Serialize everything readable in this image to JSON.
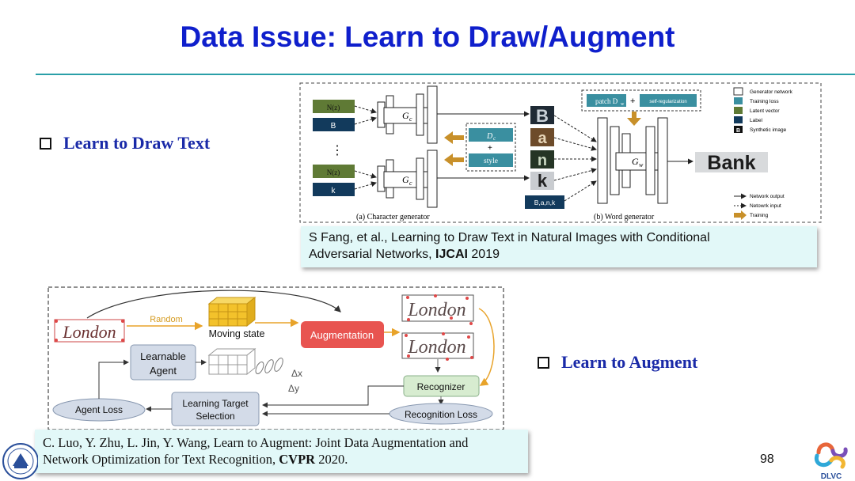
{
  "title": "Data Issue: Learn to Draw/Augment",
  "bullets": {
    "draw": "Learn to Draw Text",
    "augment": "Learn to Augment"
  },
  "citations": {
    "draw": {
      "line1": "S Fang, et al., Learning to Draw Text in Natural Images with Conditional",
      "line2_prefix": "Adversarial Networks, ",
      "venue": "IJCAI",
      "year": " 2019"
    },
    "augment": {
      "line1": "C. Luo, Y. Zhu, L. Jin, Y. Wang, Learn to Augment: Joint Data Augmentation and",
      "line2_prefix": "Network Optimization for Text Recognition, ",
      "venue": "CVPR",
      "year": " 2020."
    }
  },
  "page_number": "98",
  "logo_right_text": "DLVC",
  "figure1": {
    "nz": "N(z)",
    "b": "B",
    "dots": "⋮",
    "k": "k",
    "gc": "G",
    "gc_sub": "c",
    "dc": "D",
    "dc_sub": "c",
    "plus": "+",
    "style": "style",
    "patch": "patch D",
    "patch_sub": "w",
    "selfsup": "self-regularization",
    "gw": "G",
    "gw_sub": "w",
    "letters": [
      "B",
      "a",
      "n",
      "k"
    ],
    "bank_label": "B,a,n,k",
    "output_word": "Bank",
    "caption_a": "(a) Character generator",
    "caption_b": "(b) Word generator",
    "legend": [
      "Generator network",
      "Training loss",
      "Latent vector",
      "Label",
      "Synthetic image",
      "Network output",
      "Netowrk input",
      "Training"
    ],
    "colors": {
      "generator": "#ffffff",
      "loss": "#3a8fa0",
      "latent": "#5f7a35",
      "label": "#123a5c",
      "training_arrow": "#c8902a"
    }
  },
  "figure2": {
    "random": "Random",
    "moving_state": "Moving state",
    "augmentation": "Augmentation",
    "learnable": "Learnable",
    "agent": "Agent",
    "dx": "Δx",
    "dy": "Δy",
    "recognizer": "Recognizer",
    "agent_loss": "Agent Loss",
    "learning_target": "Learning Target",
    "selection": "Selection",
    "recognition_loss": "Recognition Loss",
    "word": "London",
    "colors": {
      "augmentation": "#e85450",
      "grid": "#f3c22b",
      "recognizer": "#d7ecd0",
      "loss_ellipse": "#d3dbe8",
      "arrow": "#e8a32a"
    }
  }
}
